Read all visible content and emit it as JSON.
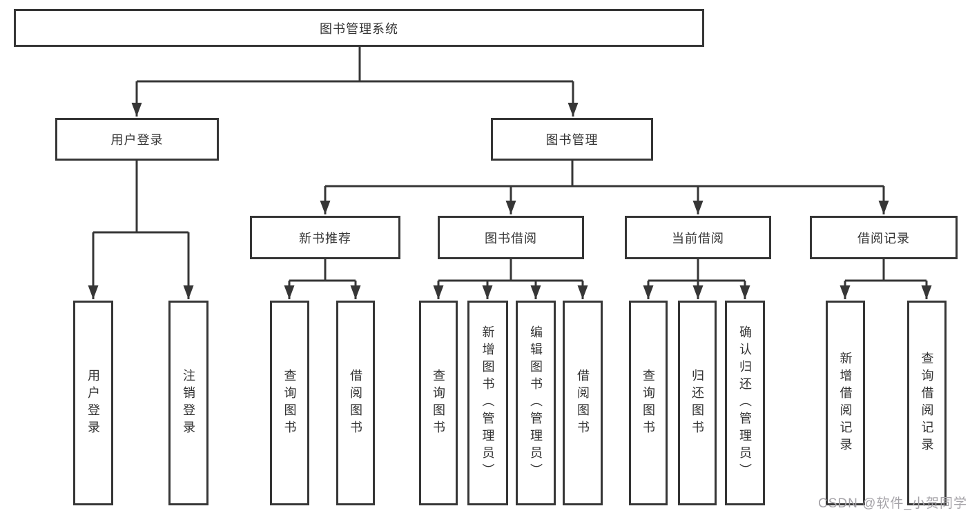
{
  "tree": {
    "label": "图书管理系统",
    "children": [
      {
        "label": "用户登录",
        "children": [
          {
            "label": "用户登录"
          },
          {
            "label": "注销登录"
          }
        ]
      },
      {
        "label": "图书管理",
        "children": [
          {
            "label": "新书推荐",
            "children": [
              {
                "label": "查询图书"
              },
              {
                "label": "借阅图书"
              }
            ]
          },
          {
            "label": "图书借阅",
            "children": [
              {
                "label": "查询图书"
              },
              {
                "label": "新增图书（管理员）"
              },
              {
                "label": "编辑图书（管理员）"
              },
              {
                "label": "借阅图书"
              }
            ]
          },
          {
            "label": "当前借阅",
            "children": [
              {
                "label": "查询图书"
              },
              {
                "label": "归还图书"
              },
              {
                "label": "确认归还（管理员）"
              }
            ]
          },
          {
            "label": "借阅记录",
            "children": [
              {
                "label": "新增借阅记录"
              },
              {
                "label": "查询借阅记录"
              }
            ]
          }
        ]
      }
    ]
  },
  "watermark": "CSDN @软件_小贺同学",
  "colors": {
    "line": "#363636",
    "text": "#333333",
    "background": "#ffffff",
    "watermark": "#a5a3a8"
  }
}
